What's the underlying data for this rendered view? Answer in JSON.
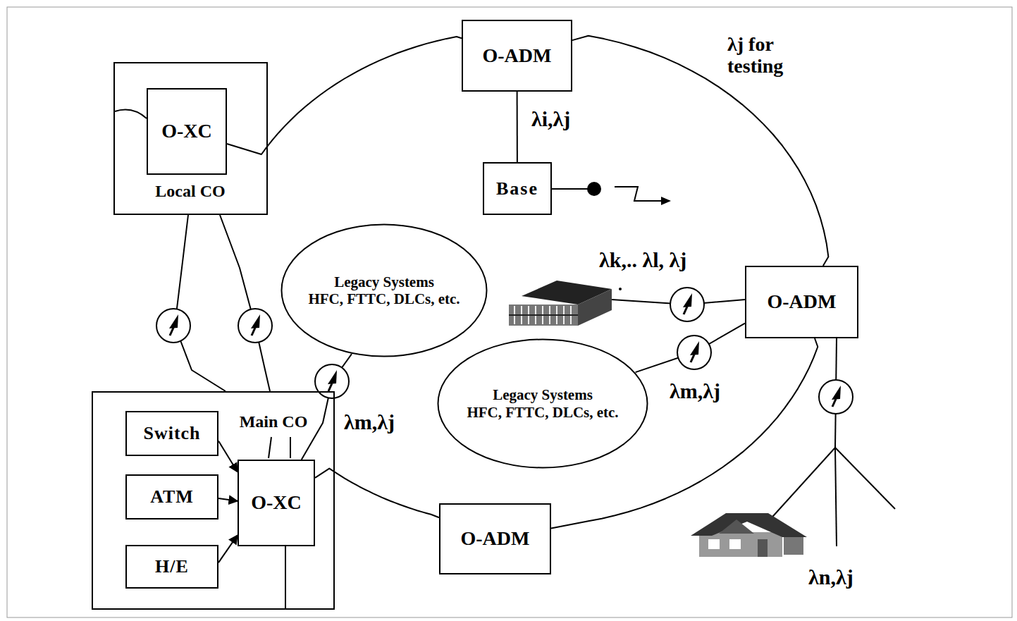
{
  "diagram": {
    "nodes": [
      {
        "text": [
          "Local CO"
        ]
      },
      {
        "text": [
          "O-XC"
        ],
        "in": 0
      },
      {
        "text": [
          "O-ADM"
        ]
      },
      {
        "text": [
          "Base"
        ]
      },
      {
        "text": [
          "Legacy Systems",
          "HFC, FTTC, DLCs, etc."
        ]
      },
      {
        "text": [
          "O-ADM"
        ]
      },
      {
        "text": [
          "Legacy Systems",
          "HFC, FTTC, DLCs, etc."
        ]
      },
      {
        "text": [
          "Main CO"
        ]
      },
      {
        "text": [
          "Switch"
        ],
        "in": 7
      },
      {
        "text": [
          "ATM"
        ],
        "in": 7
      },
      {
        "text": [
          "H/E"
        ],
        "in": 7
      },
      {
        "text": [
          "O-XC"
        ],
        "in": 7
      },
      {
        "text": [
          "O-ADM"
        ]
      }
    ],
    "edges": [
      {
        "from": 1,
        "to": 2,
        "arrow": "none"
      },
      {
        "from": 2,
        "to": 5,
        "arrow": "none",
        "label": "λj for testing"
      },
      {
        "from": 2,
        "to": 3,
        "arrow": "none",
        "label": "λi,λj"
      },
      {
        "from": 5,
        "to": 12,
        "arrow": "none"
      },
      {
        "from": 12,
        "to": 11,
        "arrow": "none"
      },
      {
        "from": 0,
        "to": 7,
        "arrow": "none"
      },
      {
        "from": 0,
        "to": 7,
        "arrow": "none"
      },
      {
        "from": 4,
        "to": 11,
        "arrow": "none",
        "label": "λm,λj"
      },
      {
        "from": 5,
        "to": 6,
        "arrow": "none",
        "label": "λm,λj"
      },
      {
        "from": 8,
        "to": 11,
        "arrow": "to"
      },
      {
        "from": 9,
        "to": 11,
        "arrow": "to"
      },
      {
        "from": 10,
        "to": 11,
        "arrow": "to"
      }
    ],
    "labels": [
      "λk,.. λl, λj",
      "λn,λj"
    ]
  }
}
